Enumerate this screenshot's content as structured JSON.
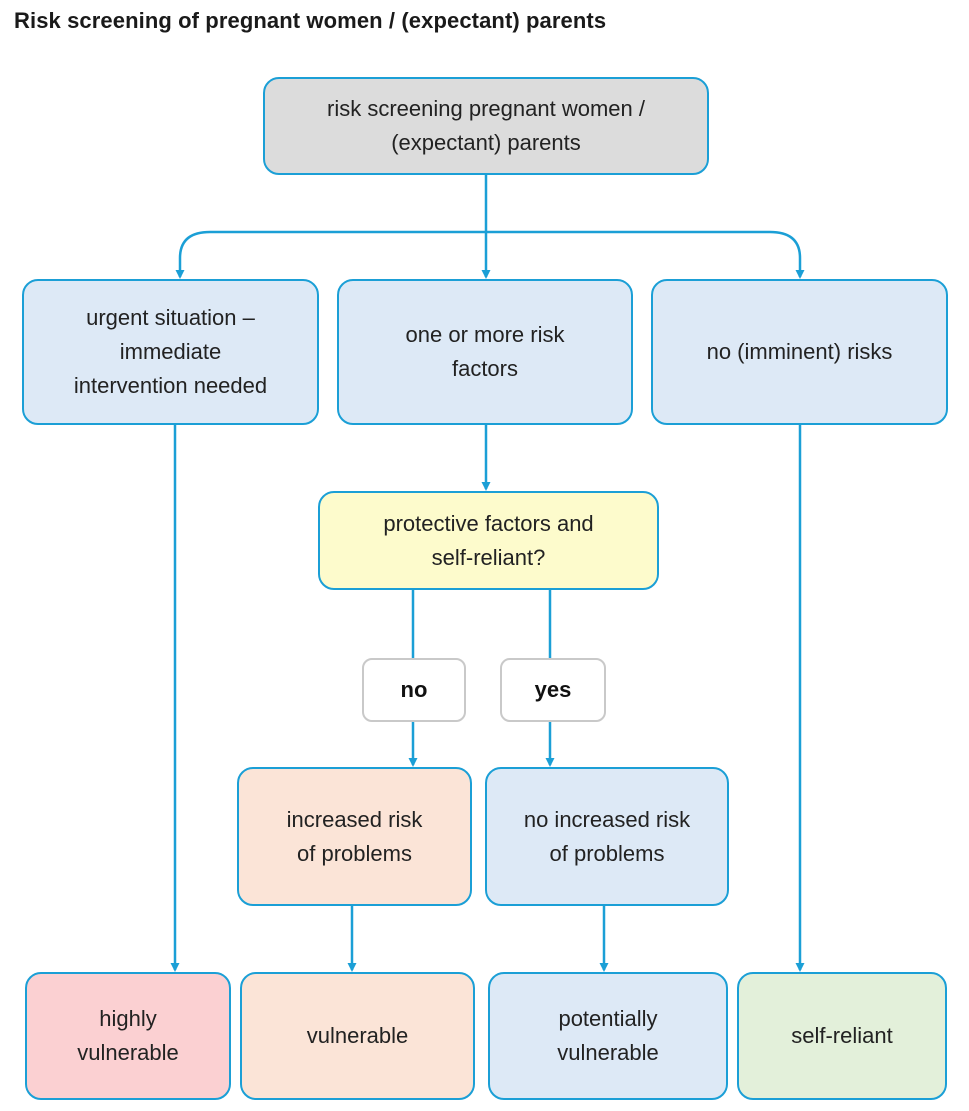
{
  "title": "Risk screening of pregnant women / (expectant) parents",
  "nodes": {
    "root": [
      "risk screening pregnant women /",
      "(expectant)  parents"
    ],
    "urgent": [
      "urgent situation –",
      "immediate",
      "intervention needed"
    ],
    "risk_factors": [
      "one or more risk",
      "factors"
    ],
    "no_risks": [
      "no (imminent)  risks"
    ],
    "protective": [
      "protective factors and",
      "self-reliant?"
    ],
    "increased": [
      "increased risk",
      "of problems"
    ],
    "no_increased": [
      "no increased risk",
      "of problems"
    ],
    "highly_vulnerable": [
      "highly",
      "vulnerable"
    ],
    "vulnerable": [
      "vulnerable"
    ],
    "potentially_vulnerable": [
      "potentially",
      "vulnerable"
    ],
    "self_reliant": [
      "self-reliant"
    ]
  },
  "labels": {
    "no": "no",
    "yes": "yes"
  },
  "colors": {
    "border": "#1b9fd6",
    "arrow": "#1b9fd6",
    "root_fill": "#dcdcdc",
    "blue_fill": "#dde9f6",
    "yellow_fill": "#fdfbcc",
    "peach_fill": "#fbe4d7",
    "red_fill": "#fbd0d2",
    "green_fill": "#e3f0da"
  }
}
